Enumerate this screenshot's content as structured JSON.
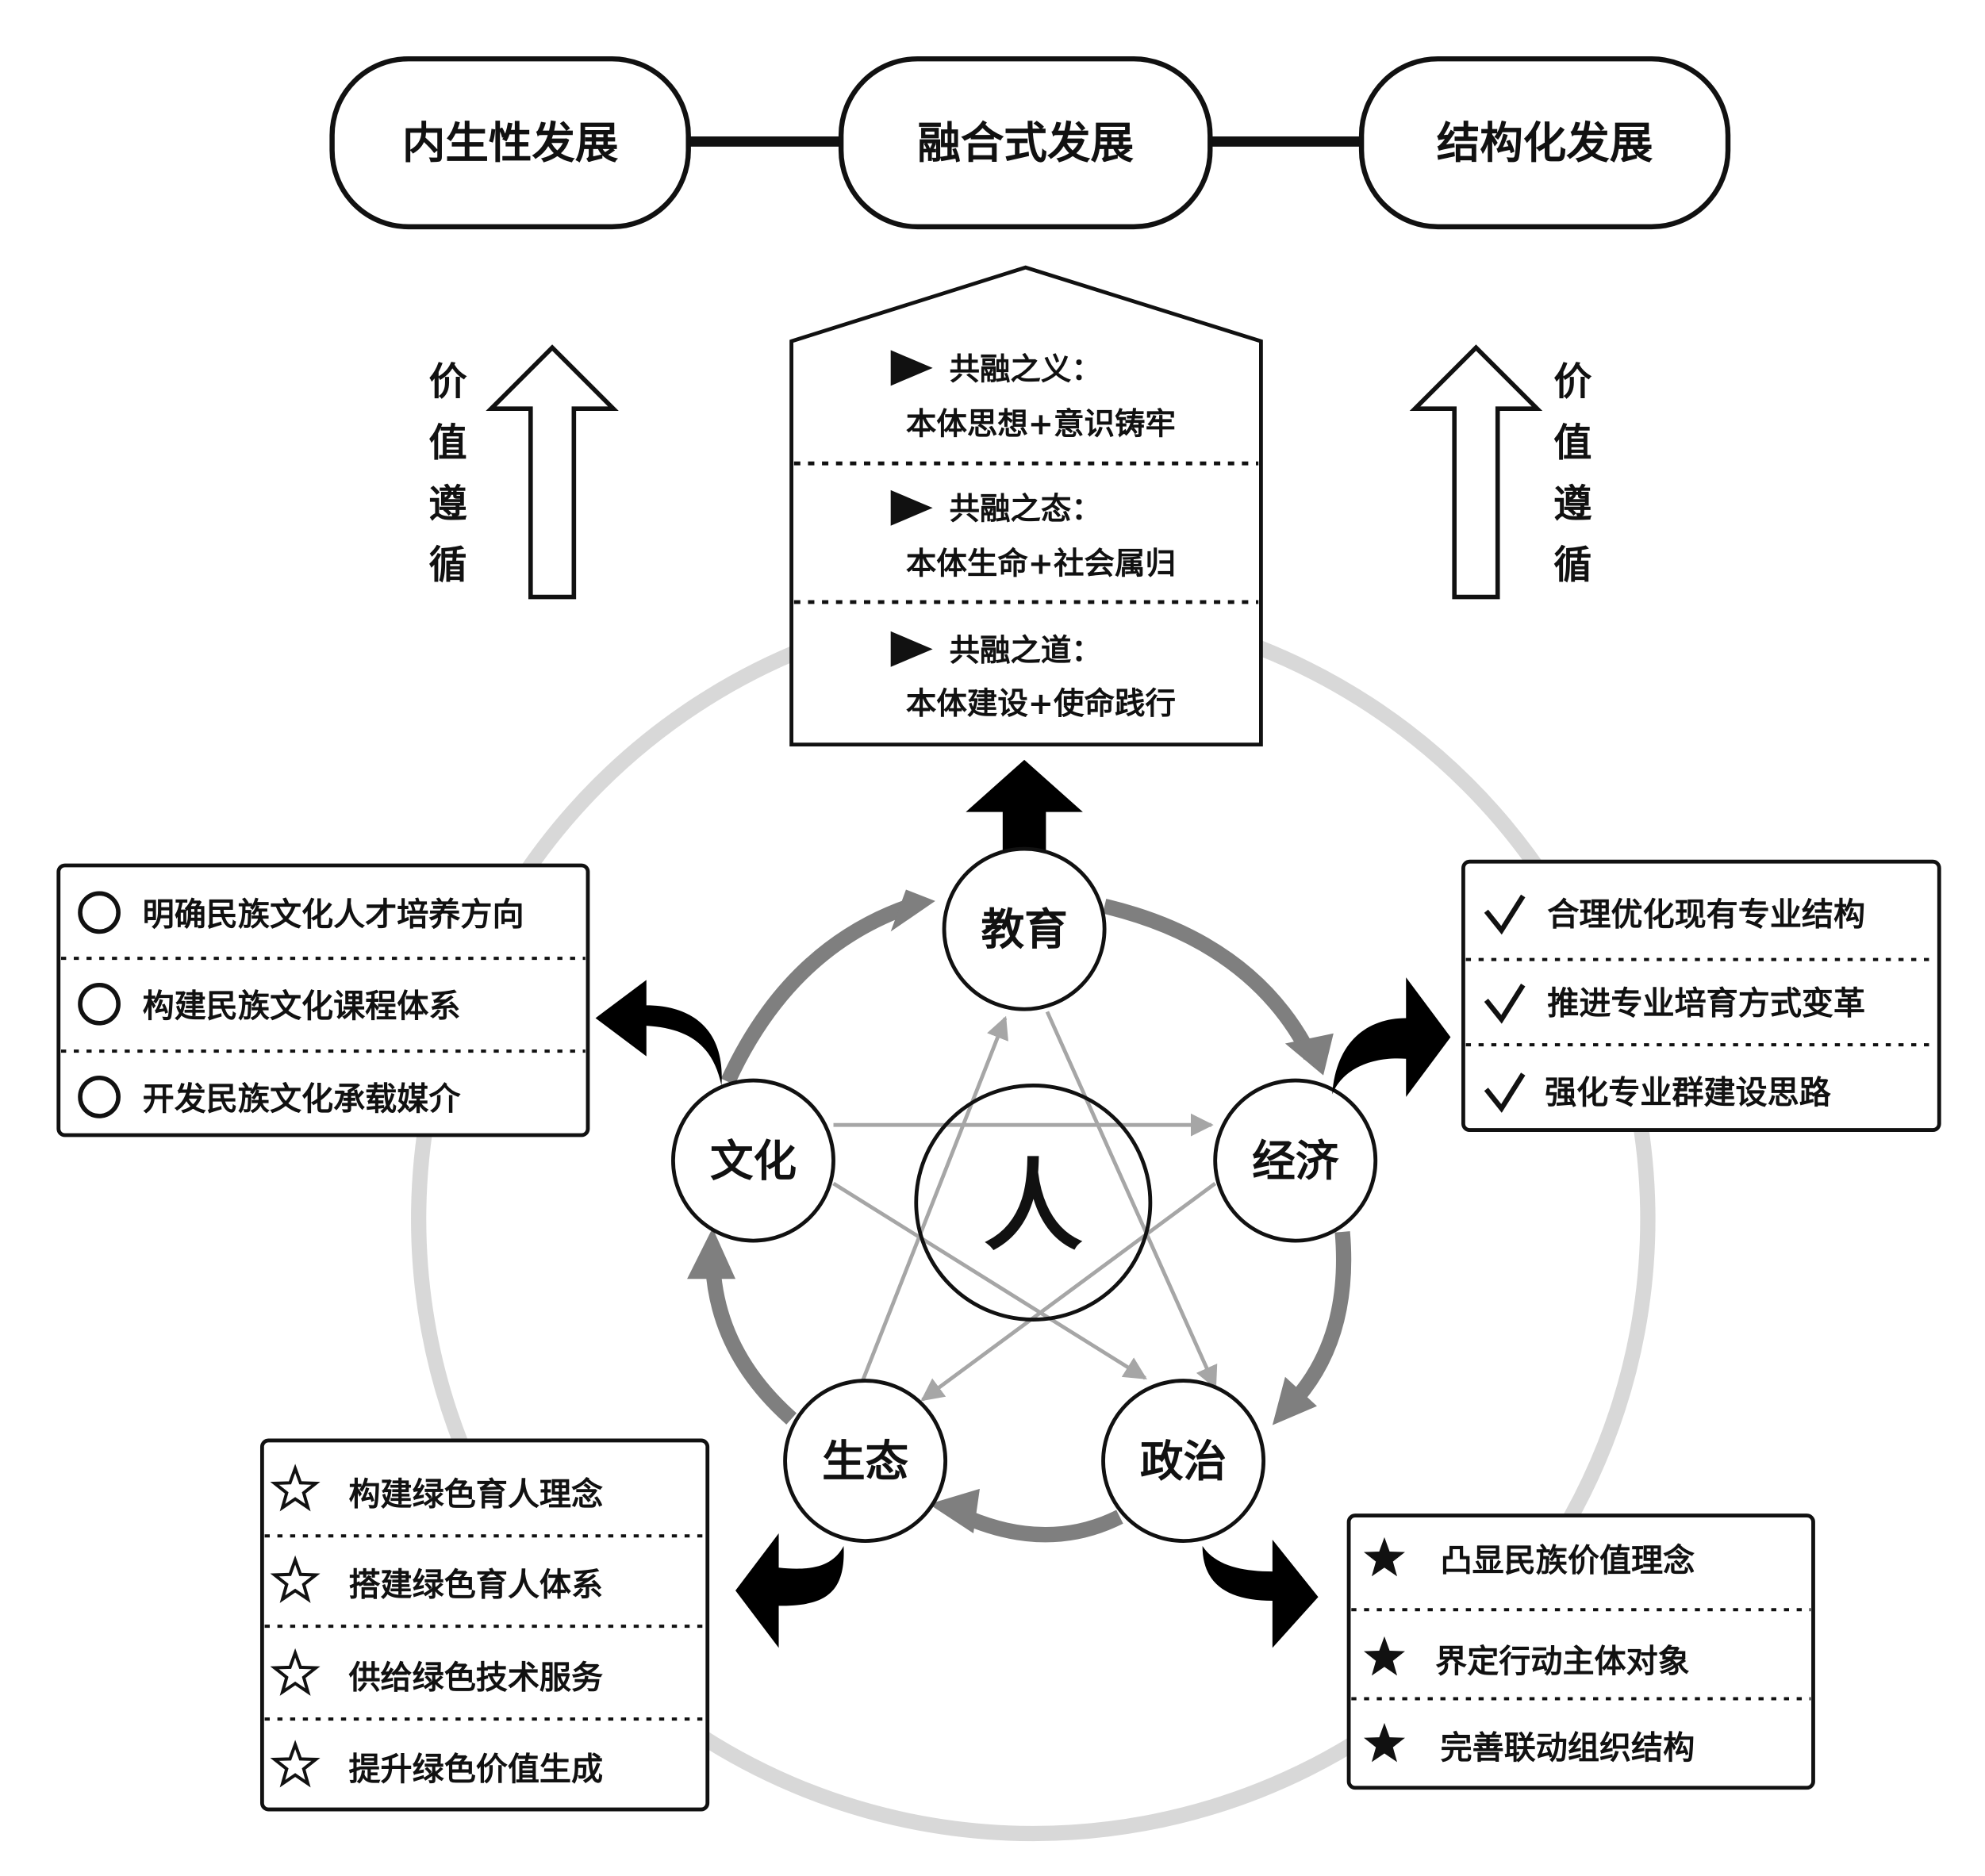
{
  "colors": {
    "outline": "#111111",
    "outer_ring": "#d8d8d8",
    "cycle_arrow": "#7f7f7f",
    "star_line": "#a6a6a6",
    "background": "#ffffff"
  },
  "top_pills": [
    {
      "label": "内生性发展"
    },
    {
      "label": "融合式发展"
    },
    {
      "label": "结构化发展"
    }
  ],
  "side_labels": {
    "left": [
      "价",
      "值",
      "遵",
      "循"
    ],
    "right": [
      "价",
      "值",
      "遵",
      "循"
    ]
  },
  "house": {
    "sections": [
      {
        "icon": "triangle-right-icon",
        "heading": "共融之义：",
        "detail": "本体思想+意识铸牢"
      },
      {
        "icon": "triangle-right-icon",
        "heading": "共融之态：",
        "detail": "本体生命+社会属归"
      },
      {
        "icon": "triangle-right-icon",
        "heading": "共融之道：",
        "detail": "本体建设+使命践行"
      }
    ]
  },
  "center": {
    "label": "人"
  },
  "nodes": {
    "education": "教育",
    "culture": "文化",
    "economy": "经济",
    "ecology": "生态",
    "politics": "政治"
  },
  "boxes": {
    "culture": {
      "icon": "circle-outline-icon",
      "items": [
        "明确民族文化人才培养方向",
        "构建民族文化课程体系",
        "开发民族文化承载媒介"
      ]
    },
    "economy": {
      "icon": "checkmark-icon",
      "items": [
        "合理优化现有专业结构",
        "推进专业培育方式变革",
        "强化专业群建设思路"
      ]
    },
    "ecology": {
      "icon": "star-outline-icon",
      "items": [
        "构建绿色育人理念",
        "搭建绿色育人体系",
        "供给绿色技术服务",
        "提升绿色价值生成"
      ]
    },
    "politics": {
      "icon": "star-filled-icon",
      "items": [
        "凸显民族价值理念",
        "界定行动主体对象",
        "完善联动组织结构"
      ]
    }
  }
}
